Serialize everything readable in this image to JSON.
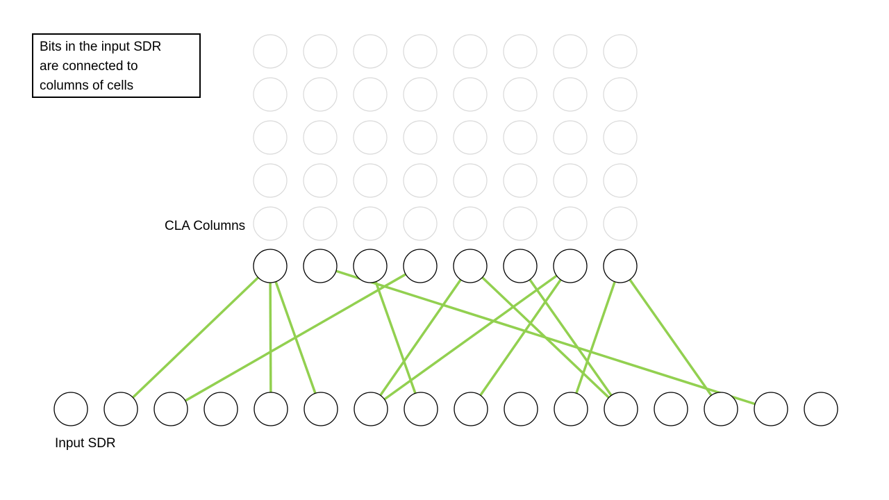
{
  "callout": {
    "lines": [
      "Bits in the input SDR",
      "are connected to",
      "columns of cells"
    ]
  },
  "labels": {
    "cla_columns": "CLA Columns",
    "input_sdr": "Input SDR"
  },
  "colors": {
    "connection": "#92d050",
    "cell_outline_faded": "#d9d9d9",
    "node_outline": "#000000"
  },
  "structure": {
    "column_count": 8,
    "cells_per_column": 5,
    "input_bit_count": 16
  },
  "connections": [
    {
      "column": 0,
      "input": 1
    },
    {
      "column": 0,
      "input": 4
    },
    {
      "column": 0,
      "input": 5
    },
    {
      "column": 1,
      "input": 14
    },
    {
      "column": 2,
      "input": 7
    },
    {
      "column": 3,
      "input": 2
    },
    {
      "column": 4,
      "input": 6
    },
    {
      "column": 4,
      "input": 11
    },
    {
      "column": 5,
      "input": 11
    },
    {
      "column": 6,
      "input": 6
    },
    {
      "column": 6,
      "input": 8
    },
    {
      "column": 7,
      "input": 10
    },
    {
      "column": 7,
      "input": 13
    }
  ]
}
